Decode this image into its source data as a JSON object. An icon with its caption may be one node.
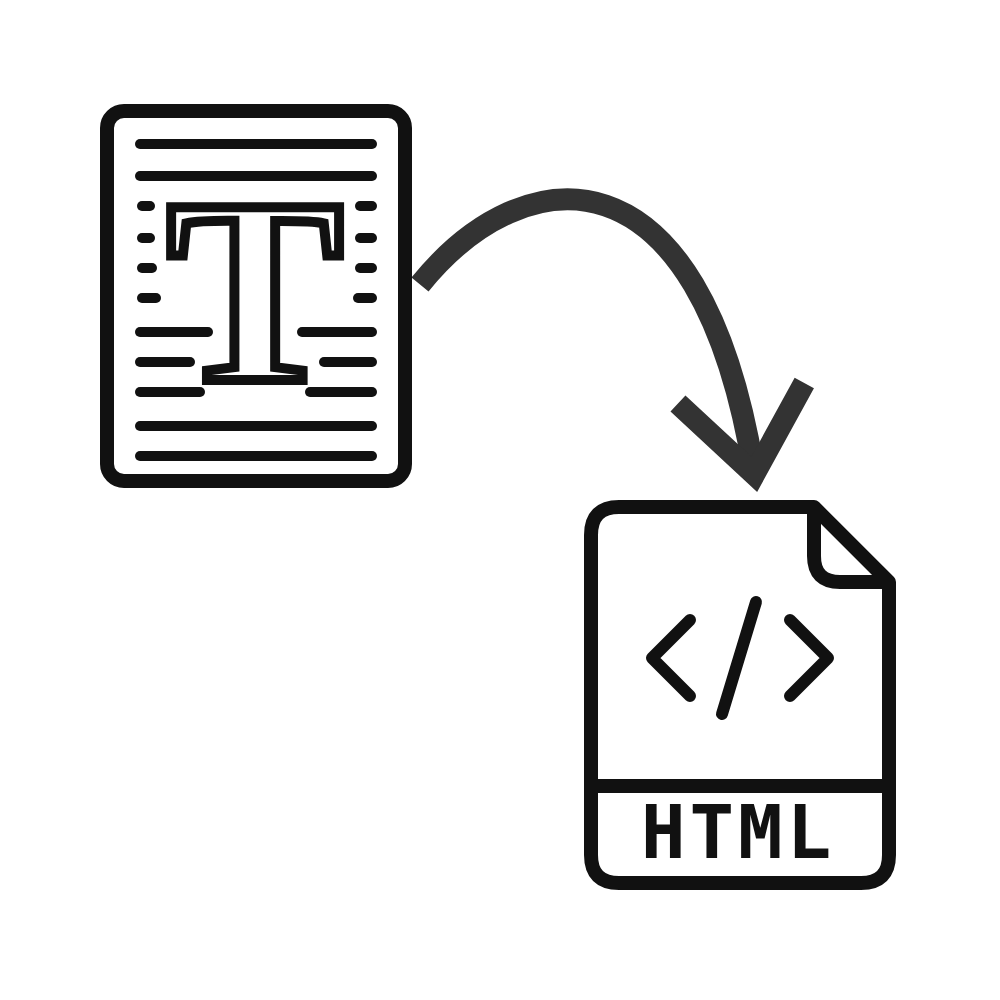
{
  "diagram": {
    "nodes": [
      {
        "text": [
          "T"
        ]
      },
      {
        "text": [
          "HTML"
        ]
      }
    ],
    "edges": [
      {
        "from": 0,
        "to": 1,
        "arrow": "to"
      }
    ]
  }
}
